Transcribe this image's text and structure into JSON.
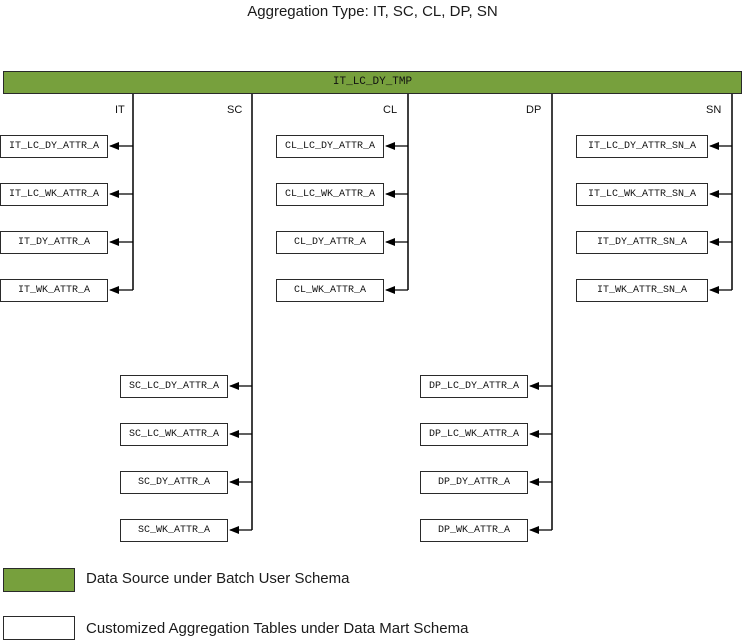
{
  "title": "Aggregation Type: IT, SC, CL, DP, SN",
  "source": {
    "label": "IT_LC_DY_TMP",
    "color": "#77a03d"
  },
  "branches": [
    {
      "label": "IT",
      "tables": [
        "IT_LC_DY_ATTR_A",
        "IT_LC_WK_ATTR_A",
        "IT_DY_ATTR_A",
        "IT_WK_ATTR_A"
      ]
    },
    {
      "label": "SC",
      "tables": [
        "SC_LC_DY_ATTR_A",
        "SC_LC_WK_ATTR_A",
        "SC_DY_ATTR_A",
        "SC_WK_ATTR_A"
      ]
    },
    {
      "label": "CL",
      "tables": [
        "CL_LC_DY_ATTR_A",
        "CL_LC_WK_ATTR_A",
        "CL_DY_ATTR_A",
        "CL_WK_ATTR_A"
      ]
    },
    {
      "label": "DP",
      "tables": [
        "DP_LC_DY_ATTR_A",
        "DP_LC_WK_ATTR_A",
        "DP_DY_ATTR_A",
        "DP_WK_ATTR_A"
      ]
    },
    {
      "label": "SN",
      "tables": [
        "IT_LC_DY_ATTR_SN_A",
        "IT_LC_WK_ATTR_SN_A",
        "IT_DY_ATTR_SN_A",
        "IT_WK_ATTR_SN_A"
      ]
    }
  ],
  "legend": [
    {
      "label": "Data Source under Batch User Schema",
      "color": "#77a03d"
    },
    {
      "label": "Customized Aggregation Tables under Data Mart Schema",
      "color": "#ffffff"
    }
  ]
}
